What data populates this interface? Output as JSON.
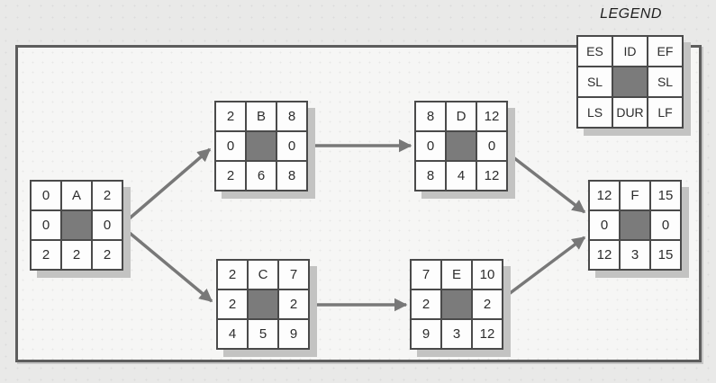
{
  "legend": {
    "title": "LEGEND",
    "cells": {
      "es": "ES",
      "id": "ID",
      "ef": "EF",
      "sl_left": "SL",
      "sl_right": "SL",
      "ls": "LS",
      "dur": "DUR",
      "lf": "LF"
    }
  },
  "nodes": [
    {
      "id": "A",
      "es": "0",
      "ef": "2",
      "sl_left": "0",
      "sl_right": "0",
      "ls": "2",
      "dur": "2",
      "lf": "2"
    },
    {
      "id": "B",
      "es": "2",
      "ef": "8",
      "sl_left": "0",
      "sl_right": "0",
      "ls": "2",
      "dur": "6",
      "lf": "8"
    },
    {
      "id": "C",
      "es": "2",
      "ef": "7",
      "sl_left": "2",
      "sl_right": "2",
      "ls": "4",
      "dur": "5",
      "lf": "9"
    },
    {
      "id": "D",
      "es": "8",
      "ef": "12",
      "sl_left": "0",
      "sl_right": "0",
      "ls": "8",
      "dur": "4",
      "lf": "12"
    },
    {
      "id": "E",
      "es": "7",
      "ef": "10",
      "sl_left": "2",
      "sl_right": "2",
      "ls": "9",
      "dur": "3",
      "lf": "12"
    },
    {
      "id": "F",
      "es": "12",
      "ef": "15",
      "sl_left": "0",
      "sl_right": "0",
      "ls": "12",
      "dur": "3",
      "lf": "15"
    }
  ],
  "edges": [
    {
      "from": "A",
      "to": "B"
    },
    {
      "from": "A",
      "to": "C"
    },
    {
      "from": "B",
      "to": "D"
    },
    {
      "from": "C",
      "to": "E"
    },
    {
      "from": "D",
      "to": "F"
    },
    {
      "from": "E",
      "to": "F"
    }
  ],
  "colors": {
    "center_cell": "#7b7b7b",
    "arrow": "#787878",
    "frame_border": "#5d5d5d",
    "cell_border": "#4a4a4a",
    "node_shadow": "#c3c3c2"
  }
}
